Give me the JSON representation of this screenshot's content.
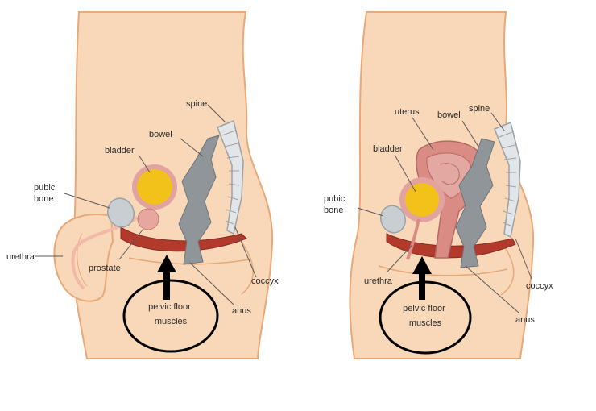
{
  "colors": {
    "skin": "#f8d8b8",
    "skin_outline": "#e8a878",
    "bone": "#c9ced3",
    "bladder": "#f3c21a",
    "bladder_outline": "#e2a3a0",
    "muscle": "#b23a2c",
    "bowel": "#8f9599",
    "uterus": "#d98b84",
    "spine": "#e3e6e9"
  },
  "male": {
    "labels": {
      "spine": "spine",
      "bowel": "bowel",
      "bladder": "bladder",
      "pubic_bone": "pubic\nbone",
      "urethra": "urethra",
      "prostate": "prostate",
      "coccyx": "coccyx",
      "anus": "anus"
    },
    "callout": "pelvic floor\nmuscles"
  },
  "female": {
    "labels": {
      "spine": "spine",
      "uterus": "uterus",
      "bowel": "bowel",
      "bladder": "bladder",
      "pubic_bone": "pubic\nbone",
      "urethra": "urethra",
      "coccyx": "coccyx",
      "anus": "anus"
    },
    "callout": "pelvic floor\nmuscles"
  }
}
